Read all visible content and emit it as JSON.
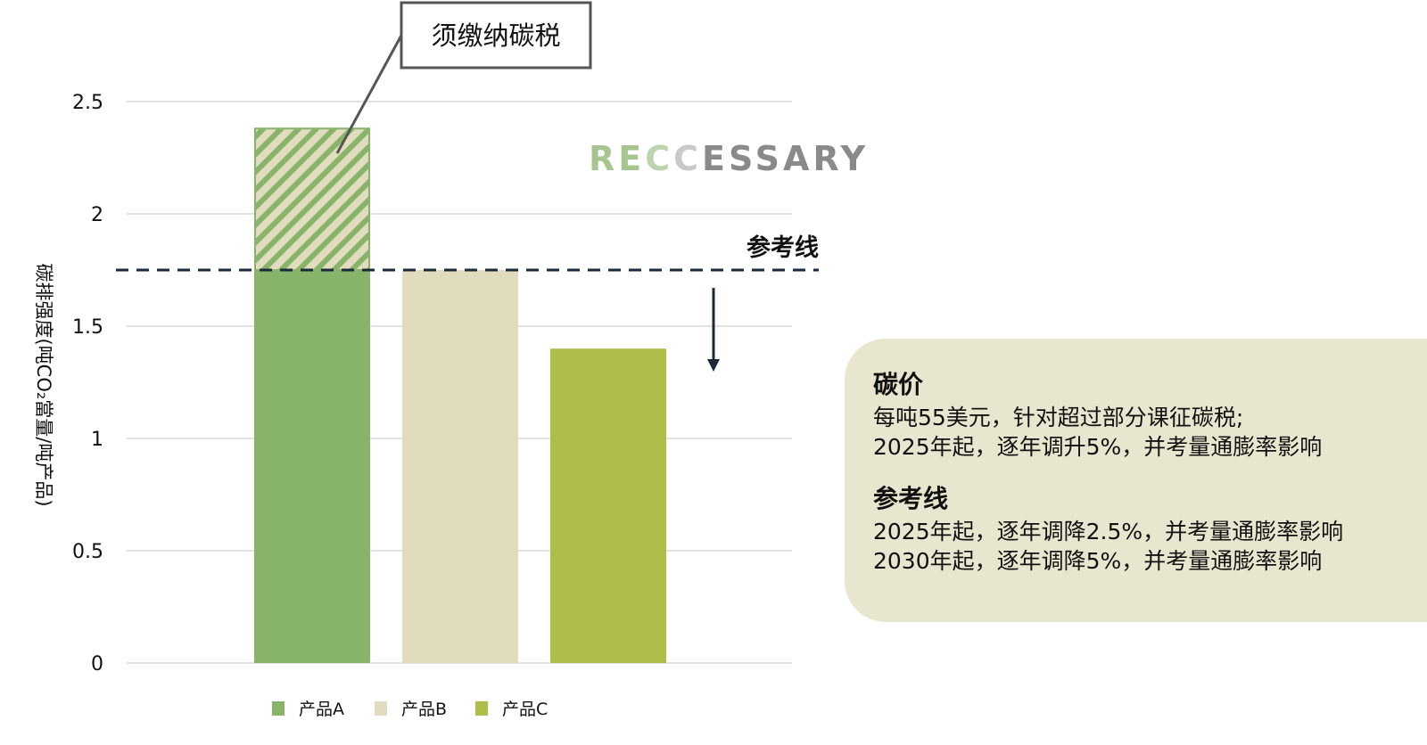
{
  "watermark": {
    "text": "RECCESSARY",
    "colors": [
      "#a6c58f",
      "#a6c58f",
      "#bfd3ae",
      "#c9c9c9",
      "#8a8a8a"
    ]
  },
  "colors": {
    "product_a": "#88b46a",
    "product_b": "#e1dcbe",
    "product_c": "#afbe48",
    "reference_line": "#1a2a3a",
    "grid": "#d9d9d9",
    "panel_bg": "#e9e6cf"
  },
  "chart_data": {
    "type": "bar",
    "categories": [
      "产品A",
      "产品B",
      "产品C"
    ],
    "values": [
      2.38,
      1.75,
      1.4
    ],
    "taxed_excess": {
      "category": "产品A",
      "from": 1.75,
      "to": 2.38,
      "label": "须缴纳碳税",
      "pattern": "diagonal-hatch"
    },
    "reference_line": {
      "value": 1.75,
      "label": "参考线",
      "style": "dashed",
      "trend": "down-arrow"
    },
    "ylabel": "碳排强度(吨CO₂當量/吨产品)",
    "xlabel": "",
    "ylim": [
      0,
      2.5
    ],
    "yticks": [
      0,
      0.5,
      1,
      1.5,
      2,
      2.5
    ],
    "ytick_labels": [
      "0",
      "0.5",
      "1",
      "1.5",
      "2",
      "2.5"
    ],
    "grid": true,
    "legend": {
      "position": "bottom",
      "entries": [
        "产品A",
        "产品B",
        "产品C"
      ]
    }
  },
  "info_panel": {
    "sections": [
      {
        "title": "碳价",
        "lines": [
          "每吨55美元，针对超过部分课征碳税;",
          "2025年起，逐年调升5%，并考量通膨率影响"
        ]
      },
      {
        "title": "参考线",
        "lines": [
          "2025年起，逐年调降2.5%，并考量通膨率影响",
          "2030年起，逐年调降5%，并考量通膨率影响"
        ]
      }
    ]
  }
}
